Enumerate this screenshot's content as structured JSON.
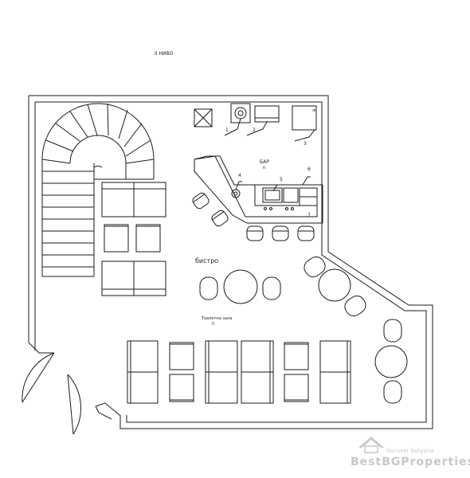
{
  "plan": {
    "level_title": "II НИВО",
    "bar_label": "БАР",
    "bar_sub": "II",
    "bistro_label": "бистро",
    "toilet_label": "Тоалетна зала",
    "toilet_sub": "II",
    "equipment_numbers": [
      "1",
      "2",
      "3",
      "4",
      "5",
      "6",
      "7"
    ]
  },
  "watermark": {
    "tagline": "discover bulgaria",
    "brand": "BestBGProperties"
  },
  "colors": {
    "line": "#1a1a1a",
    "watermark": "#c8c8c8"
  }
}
